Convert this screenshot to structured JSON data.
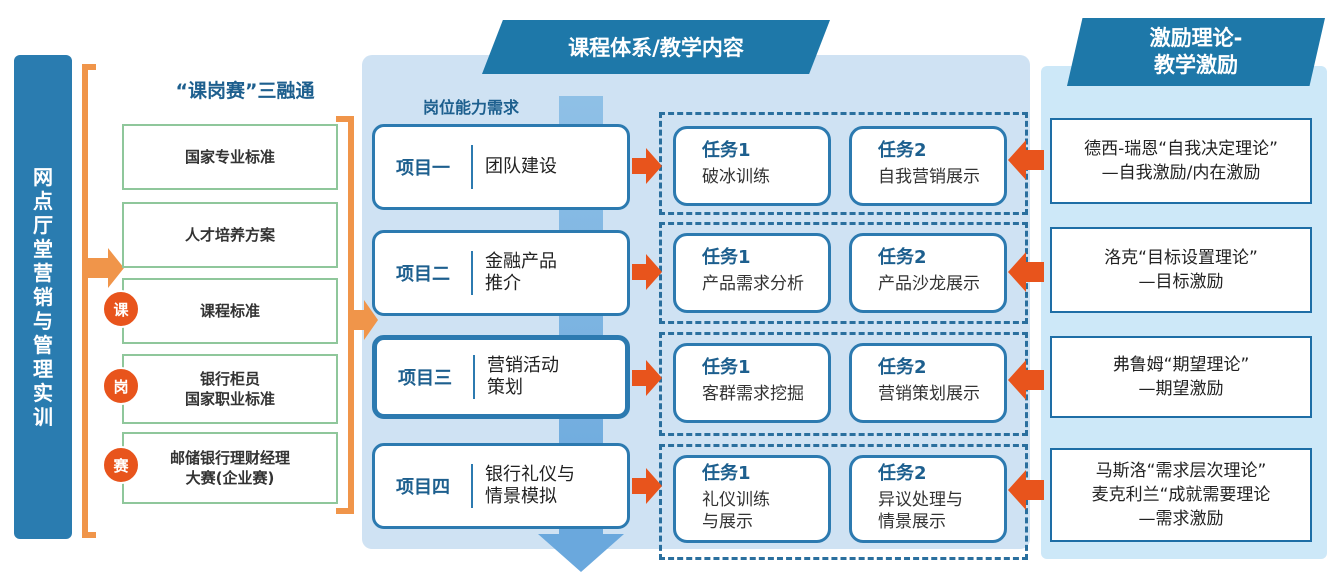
{
  "left_title": "网点厅堂营销与管理实训",
  "integration_title": "“课岗赛”三融通",
  "standards": [
    {
      "label": "国家专业标准",
      "badge": ""
    },
    {
      "label": "人才培养方案",
      "badge": ""
    },
    {
      "label": "课程标准",
      "badge": "课"
    },
    {
      "label": "银行柜员\n国家职业标准",
      "badge": "岗"
    },
    {
      "label": "邮储银行理财经理\n大赛(企业赛)",
      "badge": "赛"
    }
  ],
  "course_header": "课程体系/教学内容",
  "ability_label": "岗位能力需求",
  "projects": [
    {
      "name": "项目一",
      "desc": "团队建设",
      "tasks": [
        {
          "name": "任务1",
          "desc": "破冰训练"
        },
        {
          "name": "任务2",
          "desc": "自我营销展示"
        }
      ]
    },
    {
      "name": "项目二",
      "desc": "金融产品\n推介",
      "tasks": [
        {
          "name": "任务1",
          "desc": "产品需求分析"
        },
        {
          "name": "任务2",
          "desc": "产品沙龙展示"
        }
      ]
    },
    {
      "name": "项目三",
      "desc": "营销活动\n策划",
      "tasks": [
        {
          "name": "任务1",
          "desc": "客群需求挖掘"
        },
        {
          "name": "任务2",
          "desc": "营销策划展示"
        }
      ]
    },
    {
      "name": "项目四",
      "desc": "银行礼仪与\n情景模拟",
      "tasks": [
        {
          "name": "任务1",
          "desc": "礼仪训练\n与展示"
        },
        {
          "name": "任务2",
          "desc": "异议处理与\n情景展示"
        }
      ]
    }
  ],
  "motivation_header": "激励理论-\n教学激励",
  "theories": [
    "德西-瑞恩“自我决定理论”\n—自我激励/内在激励",
    "洛克“目标设置理论”\n—目标激励",
    "弗鲁姆“期望理论”\n—期望激励",
    "马斯洛“需求层次理论”\n麦克利兰“成就需要理论\n—需求激励"
  ],
  "colors": {
    "primary": "#1e78a9",
    "orange": "#f0954a",
    "arrow": "#e8541c",
    "green_border": "#8fc79b",
    "panel": "#cfe2f3"
  }
}
